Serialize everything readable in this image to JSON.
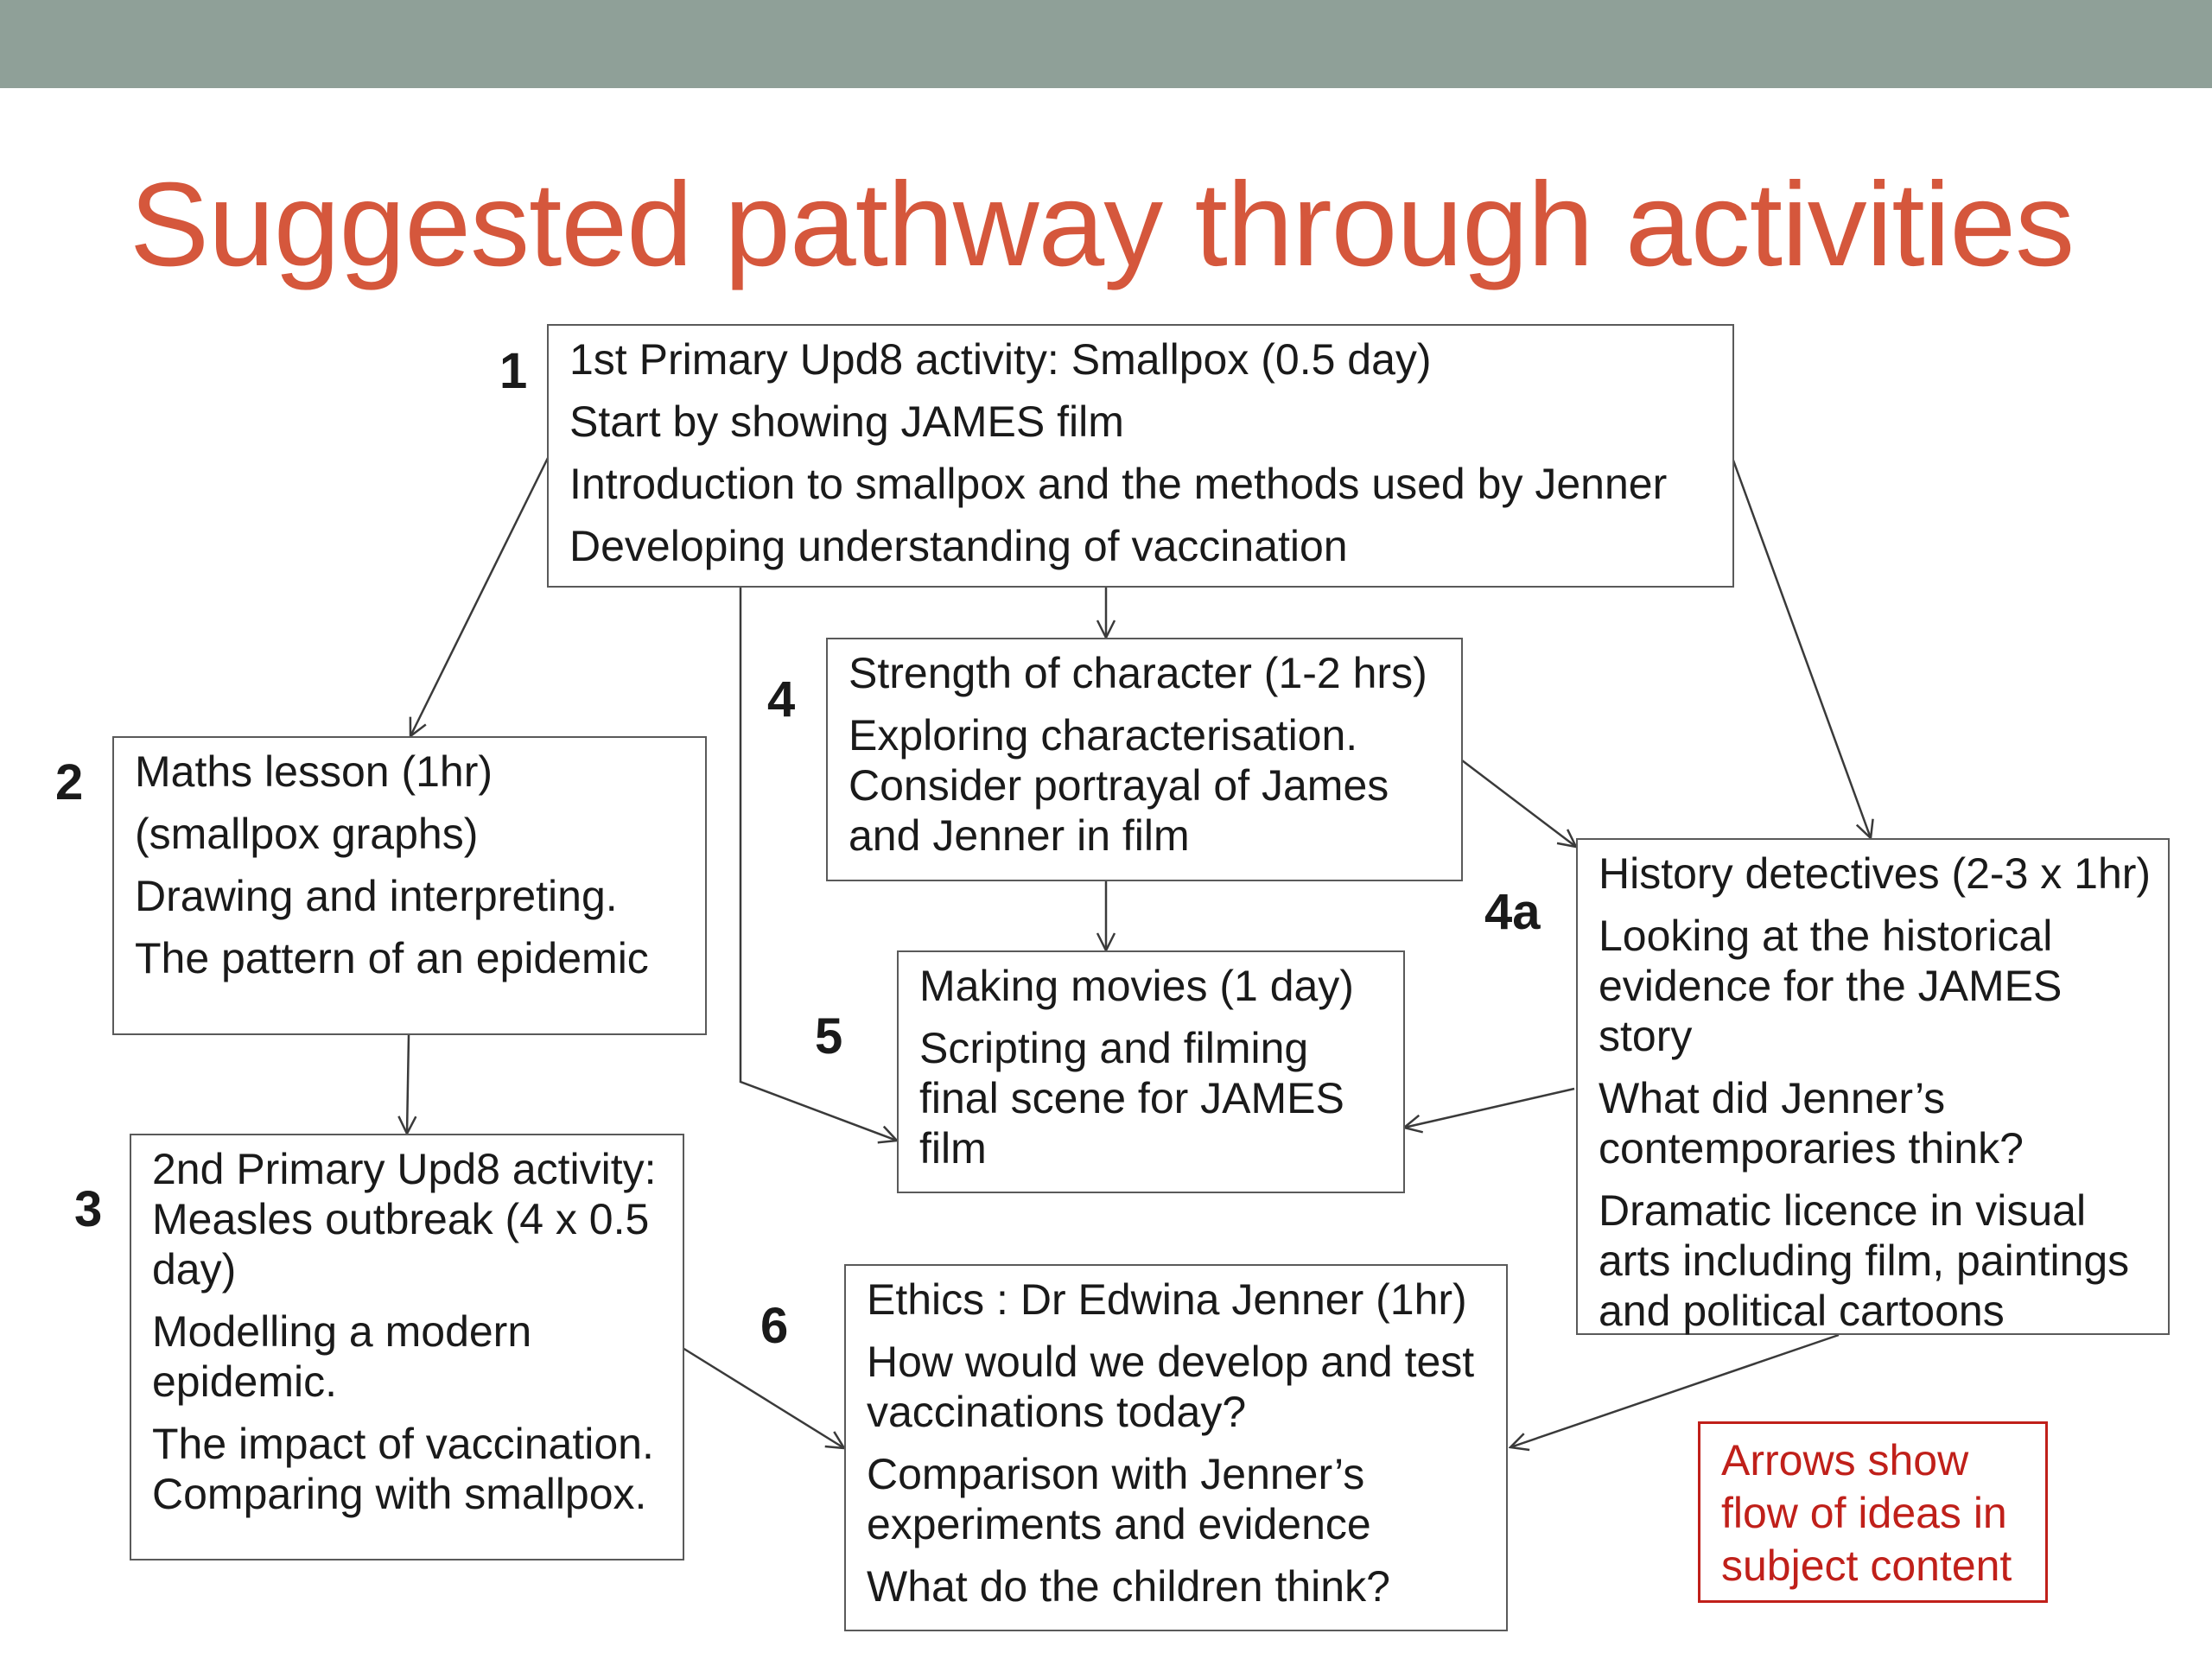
{
  "page": {
    "title": "Suggested pathway through activities"
  },
  "colors": {
    "top_bar": "#8fa098",
    "title": "#d5573c",
    "note": "#c0201a",
    "lines": "#3a3a3a"
  },
  "nodes": {
    "n1": {
      "number": "1",
      "lines": [
        "1st Primary Upd8 activity: Smallpox (0.5 day)",
        "Start by showing JAMES film",
        "Introduction to smallpox and the methods used by Jenner",
        "Developing understanding of vaccination"
      ]
    },
    "n2": {
      "number": "2",
      "lines": [
        "Maths lesson (1hr)",
        "(smallpox graphs)",
        "Drawing and interpreting.",
        "The pattern of an epidemic"
      ]
    },
    "n3": {
      "number": "3",
      "lines": [
        "2nd Primary Upd8 activity: Measles outbreak (4 x 0.5 day)",
        "Modelling a modern epidemic.",
        "The impact of vaccination. Comparing with smallpox."
      ]
    },
    "n4": {
      "number": "4",
      "lines": [
        "Strength of character (1-2 hrs)",
        "Exploring characterisation. Consider portrayal of James and Jenner in film"
      ]
    },
    "n4a": {
      "number": "4a",
      "lines": [
        "History detectives (2-3 x 1hr)",
        "Looking at the historical evidence for the JAMES story",
        "What did Jenner’s contemporaries think?",
        "Dramatic licence in visual arts including film, paintings and political cartoons"
      ]
    },
    "n5": {
      "number": "5",
      "lines": [
        "Making movies (1 day)",
        "Scripting and filming final scene for JAMES film"
      ]
    },
    "n6": {
      "number": "6",
      "lines": [
        "Ethics : Dr Edwina Jenner (1hr)",
        "How would we develop and test vaccinations today?",
        "Comparison with Jenner’s experiments and evidence",
        "What do the children think?"
      ]
    }
  },
  "note": {
    "text": "Arrows show flow of ideas in subject content"
  }
}
